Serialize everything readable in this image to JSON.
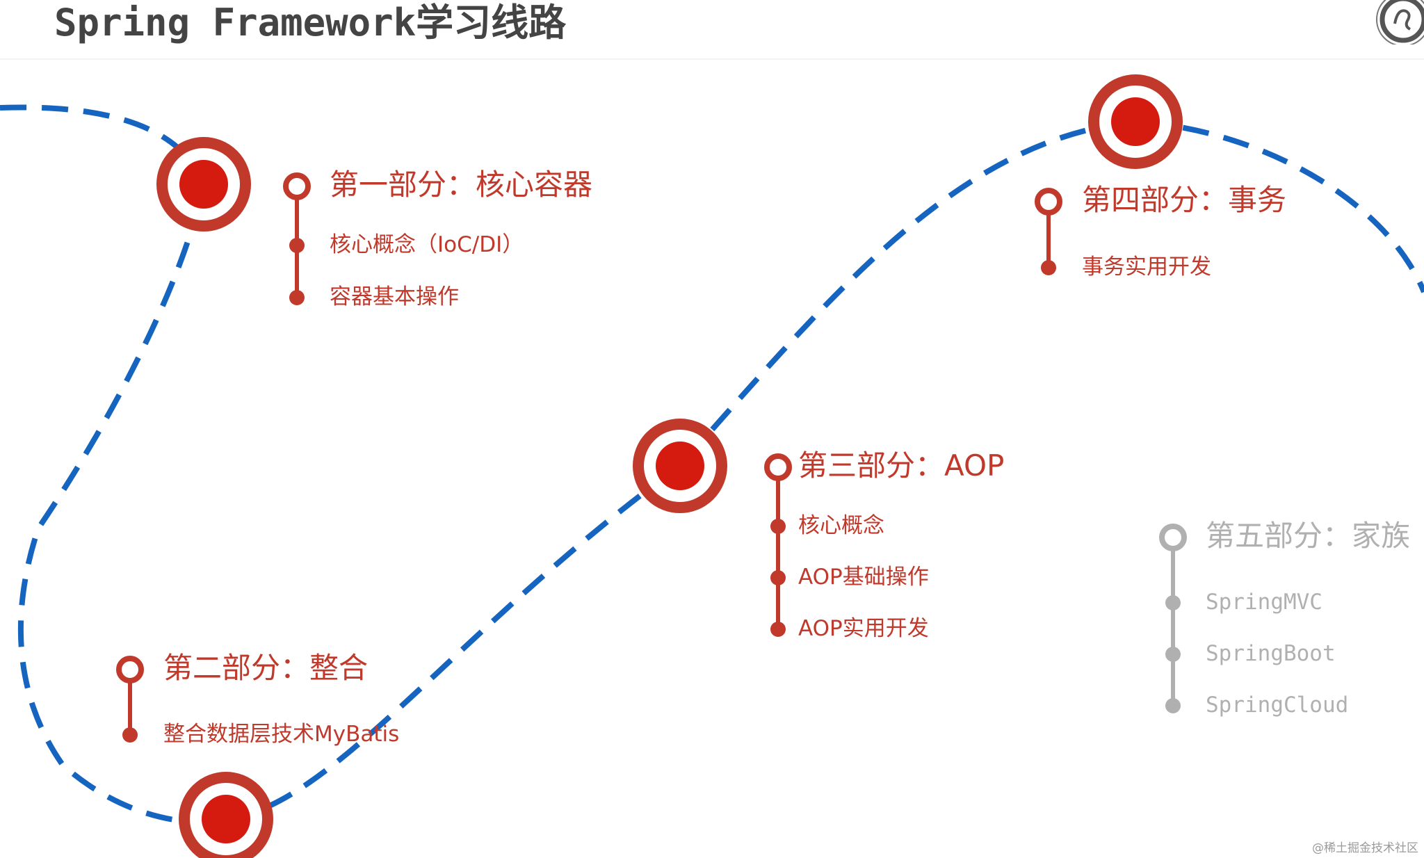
{
  "title": "Spring Framework学习线路",
  "colors": {
    "accent": "#c0392b",
    "milestone_fill": "#d51a10",
    "path": "#1565c0",
    "future": "#b0b0b0",
    "title_text": "#444444"
  },
  "sections": [
    {
      "title": "第一部分：核心容器",
      "items": [
        "核心概念（IoC/DI）",
        "容器基本操作"
      ],
      "status": "active"
    },
    {
      "title": "第二部分：整合",
      "items": [
        "整合数据层技术MyBatis"
      ],
      "status": "active"
    },
    {
      "title": "第三部分：AOP",
      "items": [
        "核心概念",
        "AOP基础操作",
        "AOP实用开发"
      ],
      "status": "active"
    },
    {
      "title": "第四部分：事务",
      "items": [
        "事务实用开发"
      ],
      "status": "active"
    },
    {
      "title": "第五部分：家族",
      "items": [
        "SpringMVC",
        "SpringBoot",
        "SpringCloud"
      ],
      "status": "future"
    }
  ],
  "watermark": "@稀土掘金技术社区"
}
